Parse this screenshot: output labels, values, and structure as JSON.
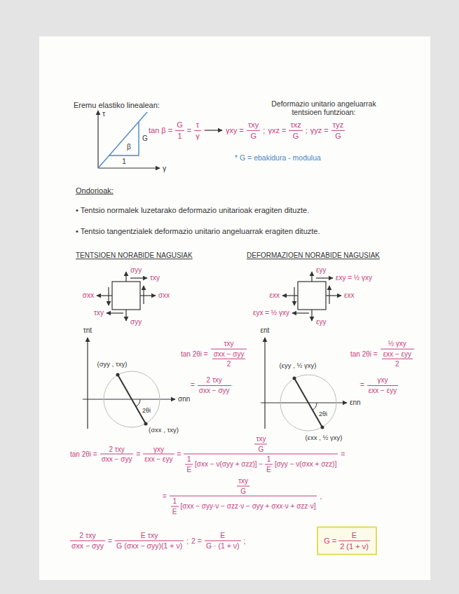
{
  "diagram": {
    "nodes": [
      {
        "text": [
          "G =",
          "E",
          "2 (1 + ν)"
        ]
      }
    ],
    "labels": [
      "Eremu elastiko linealean:",
      "τ",
      "γ",
      "β",
      "G",
      "1",
      "tan β =",
      "G",
      "1",
      "=",
      "τ",
      "γ",
      "Deformazio unitario angeluarrak tentsioen funtzioan:",
      "γxy =",
      "τxy",
      "G",
      ";",
      "γxz =",
      "τxz",
      "G",
      ";",
      "γyz =",
      "τyz",
      "G",
      "* G = ebakidura - modulua",
      "Ondorioak:",
      "• Tentsio normalek luzetarako deformazio unitarioak eragiten dituzte.",
      "• Tentsio tangentzialek deformazio unitario angeluarrak eragiten dituzte.",
      "TENTSIOEN NORABIDE NAGUSIAK",
      "DEFORMAZIOEN NORABIDE NAGUSIAK",
      "σyy",
      "τxy",
      "σxx",
      "σxx",
      "τxy",
      "σyy",
      "εyy",
      "εxy = ½ γxy",
      "εxx",
      "εxx",
      "εyx = ½ γxy",
      "εyy",
      "τnt",
      "σnn",
      "(σyy , τxy)",
      "2θi",
      "(σxx , τxy)",
      "tan 2θi =",
      "τxy",
      "σxx − σyy",
      "2",
      "=",
      "2 τxy",
      "σxx − σyy",
      "tan 2θi =",
      "½ γxy",
      "εxx − εyy",
      "2",
      "=",
      "γxy",
      "εxx − εyy",
      "εnt",
      "εnn",
      "(εyy , ½ γxy)",
      "2θi",
      "(εxx , ½ γxy)",
      "tan 2θi =",
      "2 τxy",
      "σxx − σyy",
      "=",
      "γxy",
      "εxx − εyy",
      "=",
      "τxy",
      "G",
      "1",
      "E",
      "[σxx − ν(σyy + σzz)] −",
      "1",
      "E",
      "[σyy − ν(σxx + σzz)]",
      "=",
      "=",
      "τxy",
      "G",
      "1",
      "E",
      "[σxx − σyy·ν − σzz·ν − σyy + σxx·ν + σzz·ν]",
      ",",
      "2 τxy",
      "σxx − σyy",
      "=",
      "E τxy",
      "G (σxx − σyy)(1 + ν)",
      ";",
      "2 =",
      "E",
      "G · (1 + ν)",
      ";"
    ]
  }
}
